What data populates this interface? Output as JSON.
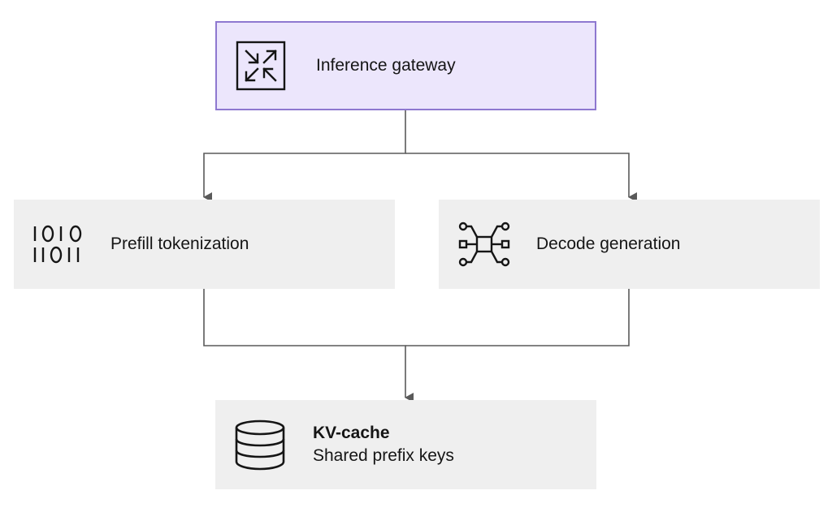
{
  "diagram": {
    "nodes": {
      "gateway": {
        "label": "Inference gateway",
        "icon": "arrows-converge-icon"
      },
      "prefill": {
        "label": "Prefill tokenization",
        "icon": "binary-digits-icon"
      },
      "decode": {
        "label": "Decode generation",
        "icon": "network-nodes-icon"
      },
      "kvcache": {
        "label": "KV-cache",
        "sublabel": "Shared prefix keys",
        "icon": "database-icon"
      }
    },
    "edges": [
      {
        "from": "Inference gateway",
        "to": "Prefill tokenization"
      },
      {
        "from": "Inference gateway",
        "to": "Decode generation"
      },
      {
        "from": "Prefill tokenization",
        "to": "KV-cache"
      },
      {
        "from": "Decode generation",
        "to": "KV-cache"
      }
    ],
    "colors": {
      "gateway_fill": "#ece6fc",
      "gateway_border": "#8e78d0",
      "node_fill": "#efefef",
      "connector": "#5a5a5a",
      "text": "#151515"
    }
  }
}
